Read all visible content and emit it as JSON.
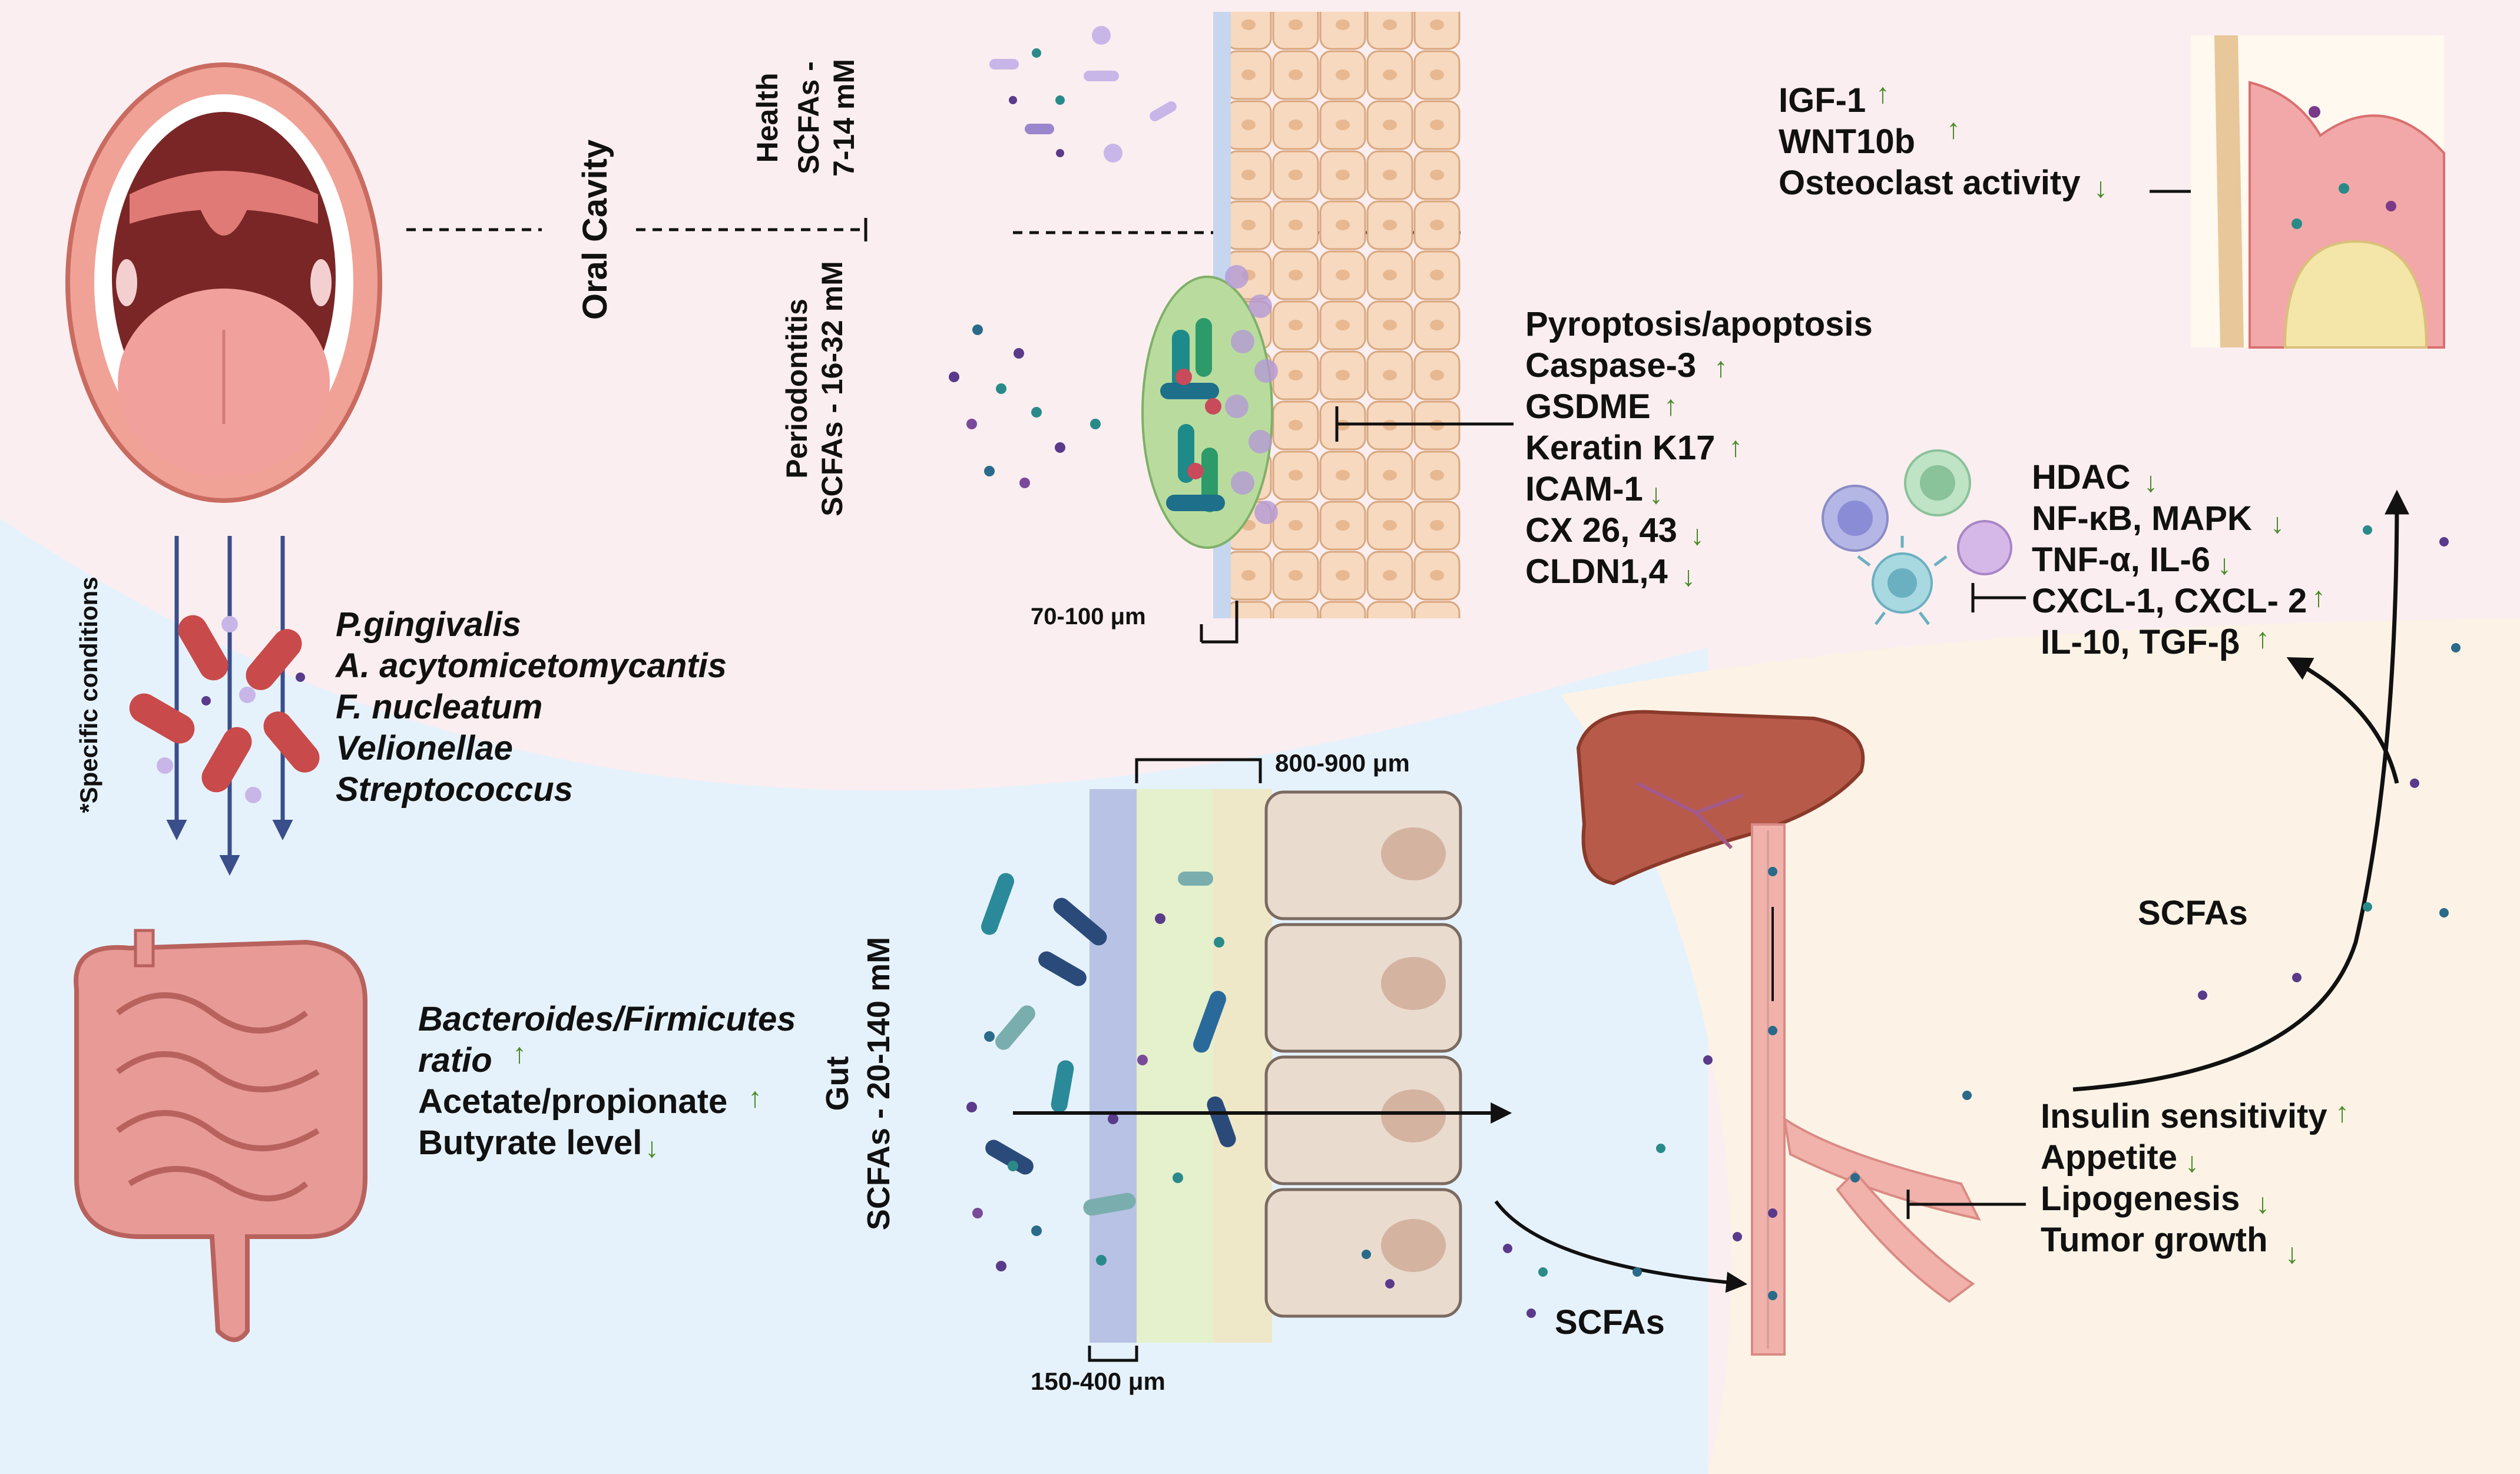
{
  "oral": {
    "title": "Oral Cavity",
    "health_label": "Health",
    "health_scfa": "SCFAs -",
    "health_conc": "7-14 mM",
    "perio_label": "Periodontitis",
    "perio_scfa": "SCFAs - 16-32 mM",
    "mucosa_thickness": "70-100 μm",
    "specific_conditions": "*Specific conditions",
    "bacteria": [
      "P.gingivalis",
      "A. acytomicetomycantis",
      "F. nucleatum",
      "Velionellae",
      "Streptococcus"
    ],
    "epithelium_effects": [
      "Pyroptosis/apoptosis",
      "Caspase-3",
      "GSDME",
      "Keratin K17",
      "ICAM-1",
      "CX 26, 43",
      "CLDN1,4"
    ],
    "bone_effects": [
      "IGF-1",
      "WNT10b",
      "Osteoclast activity"
    ]
  },
  "gut": {
    "label": "Gut",
    "scfa": "SCFAs - 20-140 mM",
    "mucus_thickness": "800-900 μm",
    "inner_thickness": "150-400 μm",
    "ratio_line1": "Bacteroides/Firmicutes",
    "ratio_line2": "ratio",
    "acetate": "Acetate/propionate",
    "butyrate": "Butyrate level",
    "scfa_flow_label": "SCFAs"
  },
  "systemic": {
    "scfa_label": "SCFAs",
    "immune_effects": [
      "HDAC",
      "NF-κB, MAPK",
      "TNF-α, IL-6",
      "CXCL-1, CXCL- 2",
      "IL-10, TGF-β"
    ],
    "metabolic_effects": [
      "Insulin sensitivity",
      "Appetite",
      "Lipogenesis",
      "Tumor growth"
    ]
  },
  "colors": {
    "oral_bg": "#fbeef0",
    "gut_bg": "#e6f2fb",
    "systemic_bg": "#fcf3e6",
    "arrow_green": "#4a8a2a",
    "bacteria_red": "#c94a4a",
    "bacteria_teal": "#2a8a8a"
  },
  "icons": {
    "up": "arrow-up-icon",
    "down": "arrow-down-icon",
    "inhibit": "inhibition-tbar-icon"
  }
}
